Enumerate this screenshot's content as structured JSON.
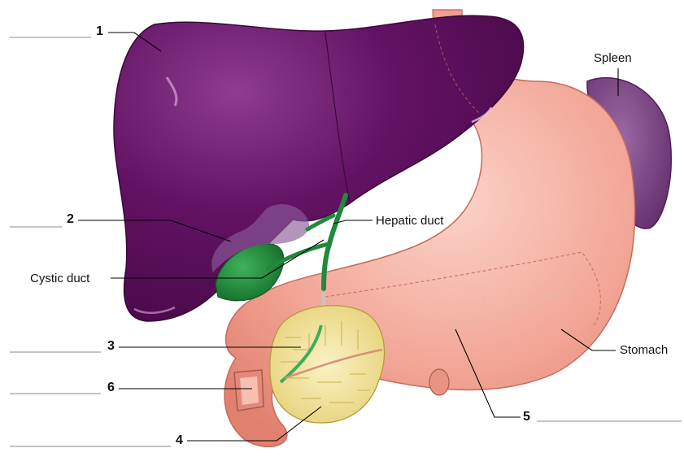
{
  "numbers": {
    "n1": "1",
    "n2": "2",
    "n3": "3",
    "n4": "4",
    "n5": "5",
    "n6": "6"
  },
  "labels": {
    "spleen": "Spleen",
    "hepatic_duct": "Hepatic duct",
    "cystic_duct": "Cystic duct",
    "stomach": "Stomach"
  },
  "colors": {
    "liver": "#5b0f5b",
    "stomach": "#f2a596",
    "spleen": "#7d4a86",
    "gallbladder": "#1f8a3a",
    "pancreas": "#f3e3a0",
    "leader_line": "#000000"
  }
}
